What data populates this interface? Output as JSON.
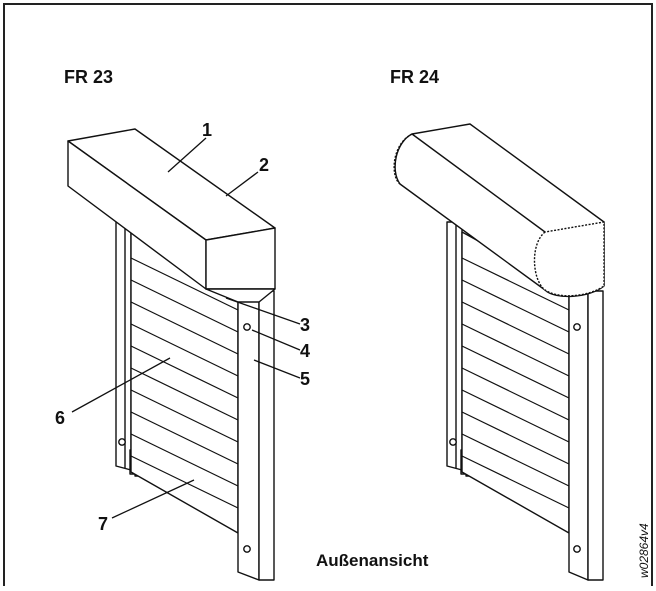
{
  "left_title": "FR 23",
  "right_title": "FR 24",
  "callouts": [
    "1",
    "2",
    "3",
    "4",
    "5",
    "6",
    "7"
  ],
  "caption": "Außenansicht",
  "doc_code": "w02864v4",
  "colors": {
    "line": "#111111",
    "border": "#222222",
    "background": "#ffffff"
  }
}
